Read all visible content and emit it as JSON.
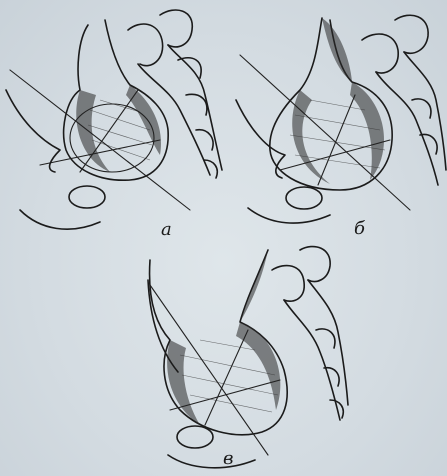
{
  "figure": {
    "panels": [
      {
        "id": "a",
        "label": "а"
      },
      {
        "id": "b",
        "label": "б"
      },
      {
        "id": "c",
        "label": "в"
      }
    ]
  },
  "colors": {
    "ink": "#1b1b1b",
    "paper": "#d6dde3"
  }
}
